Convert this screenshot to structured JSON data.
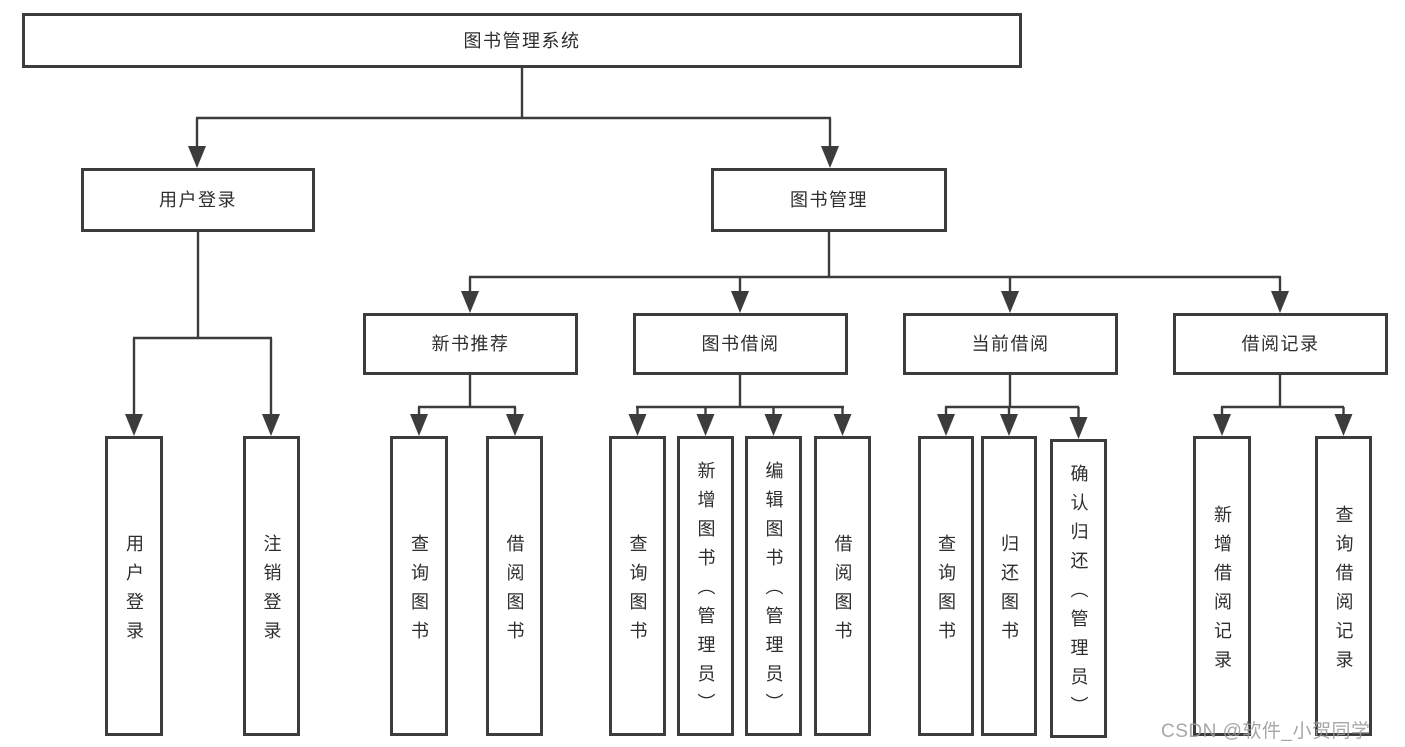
{
  "nodes": {
    "root": "图书管理系统",
    "level2": [
      "用户登录",
      "图书管理"
    ],
    "level3": [
      "新书推荐",
      "图书借阅",
      "当前借阅",
      "借阅记录"
    ],
    "leaves_user": [
      "用户登录",
      "注销登录"
    ],
    "leaves_new_book": [
      "查询图书",
      "借阅图书"
    ],
    "leaves_borrow": [
      "查询图书",
      "新增图书（管理员）",
      "编辑图书（管理员）",
      "借阅图书"
    ],
    "leaves_current": [
      "查询图书",
      "归还图书",
      "确认归还（管理员）"
    ],
    "leaves_record": [
      "新增借阅记录",
      "查询借阅记录"
    ]
  },
  "watermark": {
    "text": "CSDN @软件_小贺同学"
  },
  "colors": {
    "line": "#3c3c3c",
    "text": "#2e2e2e",
    "box_fill": "#ffffff",
    "watermark": "#9b9b9b"
  }
}
